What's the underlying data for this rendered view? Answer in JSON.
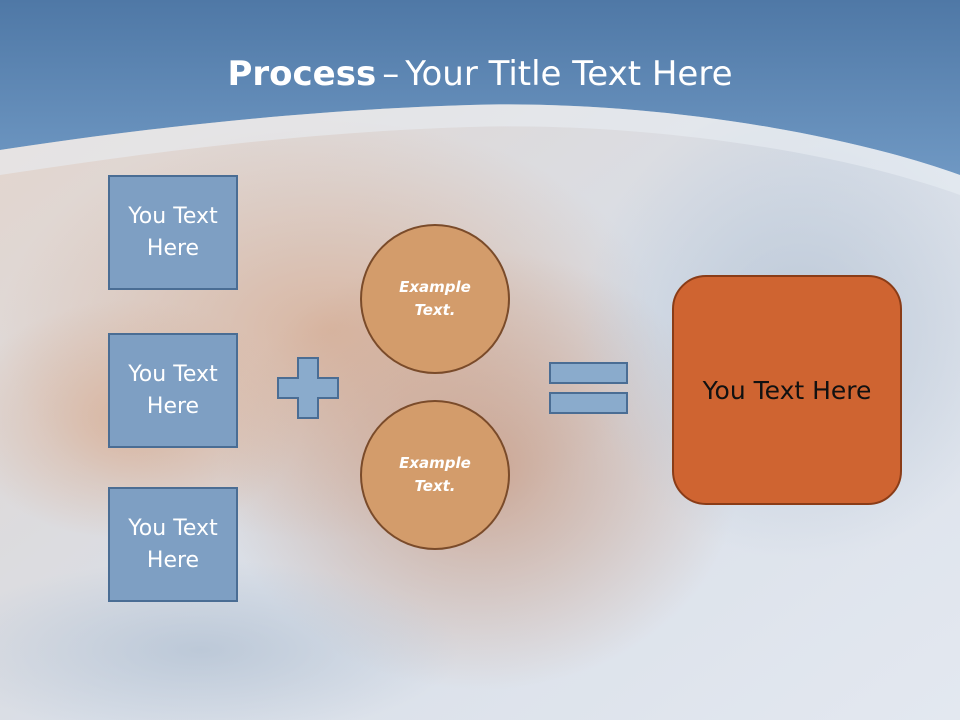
{
  "title": {
    "bold": "Process",
    "dash": "–",
    "rest": "Your Title Text Here"
  },
  "inputs": [
    {
      "text": "You Text Here"
    },
    {
      "text": "You Text Here"
    },
    {
      "text": "You Text Here"
    }
  ],
  "circles": [
    {
      "text": "Example Text."
    },
    {
      "text": "Example Text."
    }
  ],
  "result": {
    "text": "You Text Here"
  },
  "colors": {
    "header_blue": "#5f87b4",
    "input_box_fill": "#7e9fc3",
    "circle_fill": "#d39c6b",
    "result_fill": "#cf6431",
    "symbol_fill": "#8aabcc"
  },
  "icons": [
    "plus-icon",
    "equals-icon"
  ]
}
